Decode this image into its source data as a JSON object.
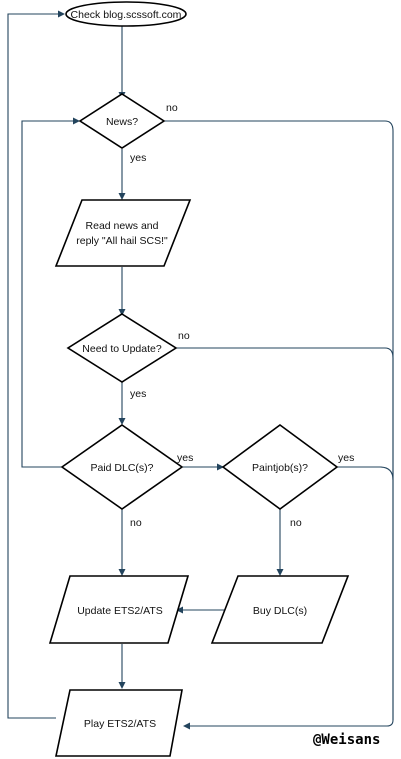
{
  "nodes": {
    "start": "Check blog.scssoft.com",
    "news": "News?",
    "read_news_line1": "Read news and",
    "read_news_line2": "reply \"All hail SCS!\"",
    "need_update": "Need to Update?",
    "paid_dlc": "Paid DLC(s)?",
    "paintjob": "Paintjob(s)?",
    "buy_dlc": "Buy DLC(s)",
    "update": "Update ETS2/ATS",
    "play": "Play ETS2/ATS"
  },
  "edge_labels": {
    "news_no": "no",
    "news_yes": "yes",
    "update_no": "no",
    "update_yes": "yes",
    "paid_yes": "yes",
    "paid_no": "no",
    "paintjob_yes": "yes",
    "paintjob_no": "no"
  },
  "watermark": "@Weisans",
  "colors": {
    "connector": "#23445d",
    "shape_stroke": "#000000",
    "background": "#ffffff"
  }
}
